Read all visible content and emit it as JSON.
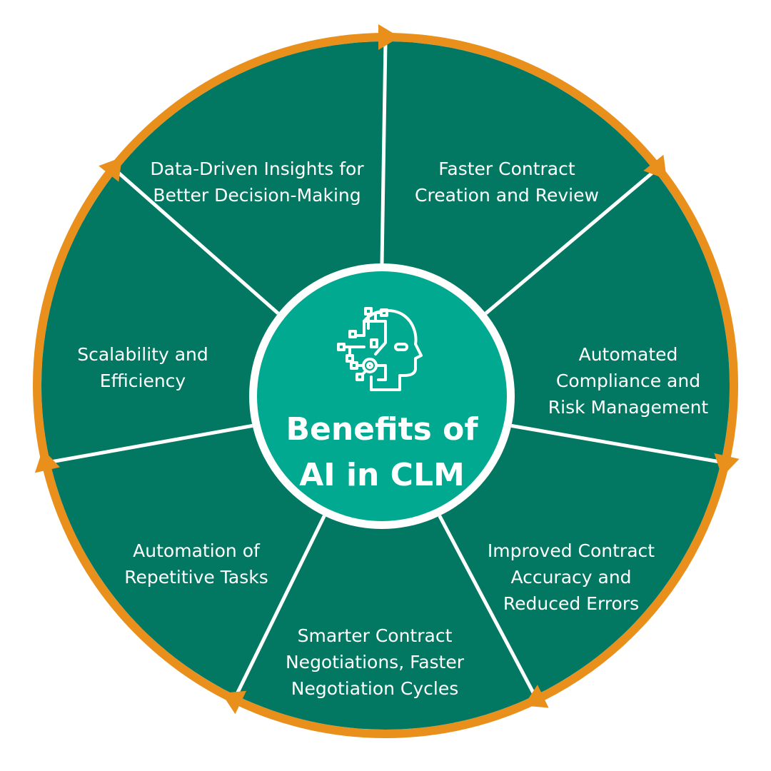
{
  "colors": {
    "segment_fill": "#027762",
    "center_fill": "#00a98f",
    "ring": "#e8901b",
    "divider": "#ffffff",
    "text": "#ffffff"
  },
  "center": {
    "title_lines": [
      "Benefits of",
      "AI in CLM"
    ],
    "icon": "ai-head-circuit-icon"
  },
  "segments": [
    {
      "lines": [
        "Faster Contract",
        "Creation and Review"
      ]
    },
    {
      "lines": [
        "Automated",
        "Compliance and",
        "Risk Management"
      ]
    },
    {
      "lines": [
        "Improved Contract",
        "Accuracy and",
        "Reduced Errors"
      ]
    },
    {
      "lines": [
        "Smarter Contract",
        "Negotiations, Faster",
        "Negotiation Cycles"
      ]
    },
    {
      "lines": [
        "Automation of",
        "Repetitive Tasks"
      ]
    },
    {
      "lines": [
        "Scalability and",
        "Efficiency"
      ]
    },
    {
      "lines": [
        "Data-Driven Insights for",
        "Better Decision-Making"
      ]
    }
  ]
}
